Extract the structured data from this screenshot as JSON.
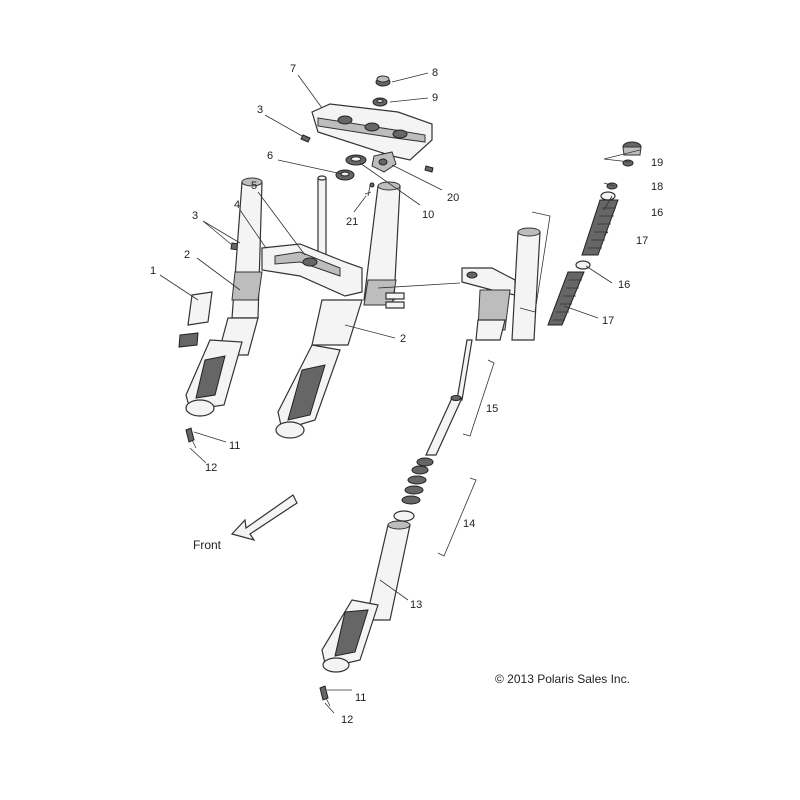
{
  "copyright": "© 2013 Polaris Sales Inc.",
  "direction_label": "Front",
  "callouts": [
    {
      "id": "c1",
      "text": "1"
    },
    {
      "id": "c2a",
      "text": "2"
    },
    {
      "id": "c2b",
      "text": "2"
    },
    {
      "id": "c3a",
      "text": "3"
    },
    {
      "id": "c3b",
      "text": "3"
    },
    {
      "id": "c4",
      "text": "4"
    },
    {
      "id": "c5",
      "text": "5"
    },
    {
      "id": "c6",
      "text": "6"
    },
    {
      "id": "c7",
      "text": "7"
    },
    {
      "id": "c8",
      "text": "8"
    },
    {
      "id": "c9",
      "text": "9"
    },
    {
      "id": "c10",
      "text": "10"
    },
    {
      "id": "c11a",
      "text": "11"
    },
    {
      "id": "c11b",
      "text": "11"
    },
    {
      "id": "c12a",
      "text": "12"
    },
    {
      "id": "c12b",
      "text": "12"
    },
    {
      "id": "c13",
      "text": "13"
    },
    {
      "id": "c14",
      "text": "14"
    },
    {
      "id": "c15",
      "text": "15"
    },
    {
      "id": "c16a",
      "text": "16"
    },
    {
      "id": "c16b",
      "text": "16"
    },
    {
      "id": "c17a",
      "text": "17"
    },
    {
      "id": "c17b",
      "text": "17"
    },
    {
      "id": "c18",
      "text": "18"
    },
    {
      "id": "c19",
      "text": "19"
    },
    {
      "id": "c20",
      "text": "20"
    },
    {
      "id": "c21",
      "text": "21"
    }
  ]
}
